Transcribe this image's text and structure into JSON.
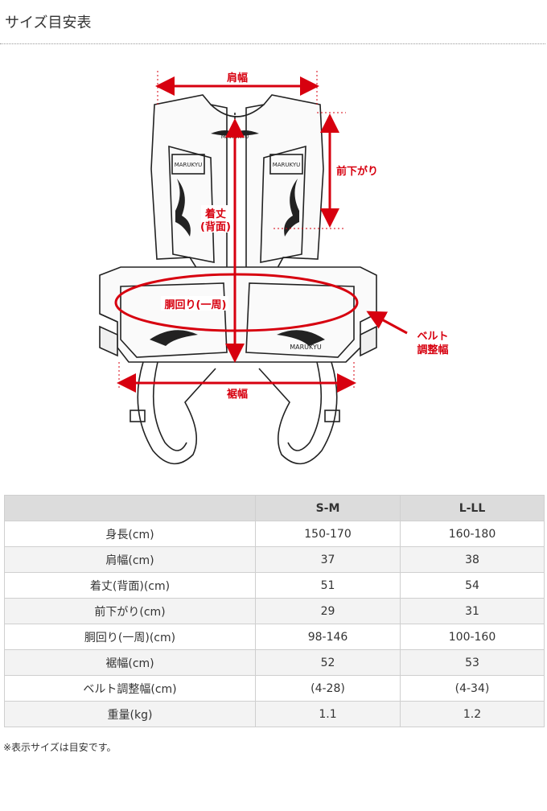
{
  "page": {
    "title": "サイズ目安表",
    "note": "※表示サイズは目安です。"
  },
  "figure": {
    "logo_text": "MARUKYU",
    "labels": {
      "shoulder": "肩幅",
      "front_drop": "前下がり",
      "length_line1": "着丈",
      "length_line2": "(背面)",
      "waist": "胴回り(一周)",
      "hem": "裾幅",
      "belt_line1": "ベルト",
      "belt_line2": "調整幅"
    },
    "accent_color": "#d7000f"
  },
  "table": {
    "headers": [
      "",
      "S-M",
      "L-LL"
    ],
    "rows": [
      {
        "label": "身長(cm)",
        "sm": "150-170",
        "lll": "160-180"
      },
      {
        "label": "肩幅(cm)",
        "sm": "37",
        "lll": "38"
      },
      {
        "label": "着丈(背面)(cm)",
        "sm": "51",
        "lll": "54"
      },
      {
        "label": "前下がり(cm)",
        "sm": "29",
        "lll": "31"
      },
      {
        "label": "胴回り(一周)(cm)",
        "sm": "98-146",
        "lll": "100-160"
      },
      {
        "label": "裾幅(cm)",
        "sm": "52",
        "lll": "53"
      },
      {
        "label": "ベルト調整幅(cm)",
        "sm": "(4-28)",
        "lll": "(4-34)"
      },
      {
        "label": "重量(kg)",
        "sm": "1.1",
        "lll": "1.2"
      }
    ]
  }
}
